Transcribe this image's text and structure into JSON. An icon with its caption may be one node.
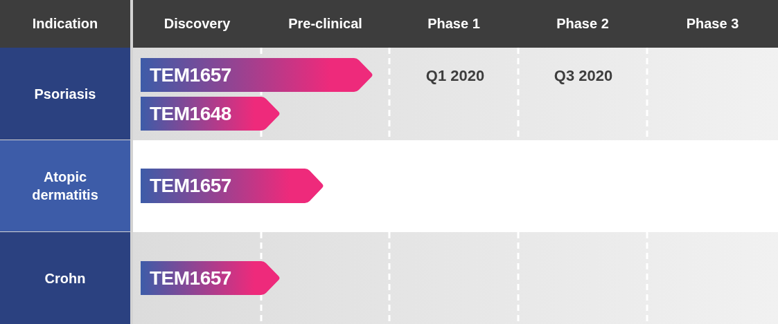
{
  "diagram": {
    "nodes": [
      {
        "text": [
          "Indication"
        ]
      },
      {
        "text": [
          "Discovery"
        ]
      },
      {
        "text": [
          "Pre-clinical"
        ]
      },
      {
        "text": [
          "Phase 1"
        ]
      },
      {
        "text": [
          "Phase 2"
        ]
      },
      {
        "text": [
          "Phase 3"
        ]
      },
      {
        "text": [
          "Psoriasis"
        ]
      },
      {
        "text": [
          "TEM1657"
        ]
      },
      {
        "text": [
          "TEM1648"
        ]
      },
      {
        "text": [
          "Atopic dermatitis"
        ]
      },
      {
        "text": [
          "TEM1657"
        ]
      },
      {
        "text": [
          "Crohn"
        ]
      },
      {
        "text": [
          "TEM1657"
        ]
      }
    ],
    "labels": [
      "Q1 2020",
      "Q3 2020"
    ]
  }
}
